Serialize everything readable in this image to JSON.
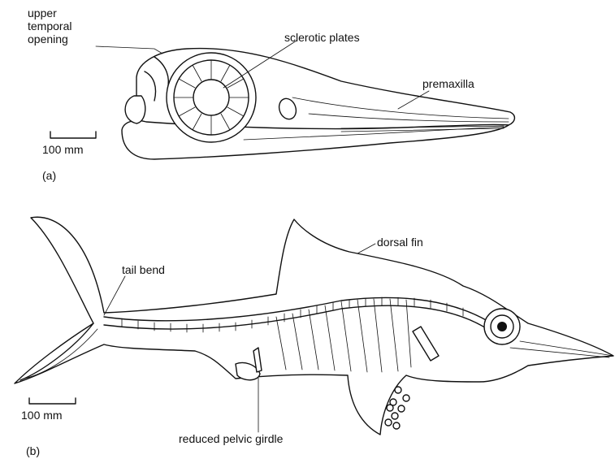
{
  "panel_a": {
    "label": "(a)",
    "callouts": {
      "upper_temporal_opening": [
        "upper",
        "temporal",
        "opening"
      ],
      "sclerotic_plates": "sclerotic plates",
      "premaxilla": "premaxilla"
    },
    "scale_bar": "100 mm"
  },
  "panel_b": {
    "label": "(b)",
    "callouts": {
      "dorsal_fin": "dorsal fin",
      "tail_bend": "tail bend",
      "reduced_pelvic_girdle": "reduced pelvic girdle"
    },
    "scale_bar": "100 mm"
  }
}
